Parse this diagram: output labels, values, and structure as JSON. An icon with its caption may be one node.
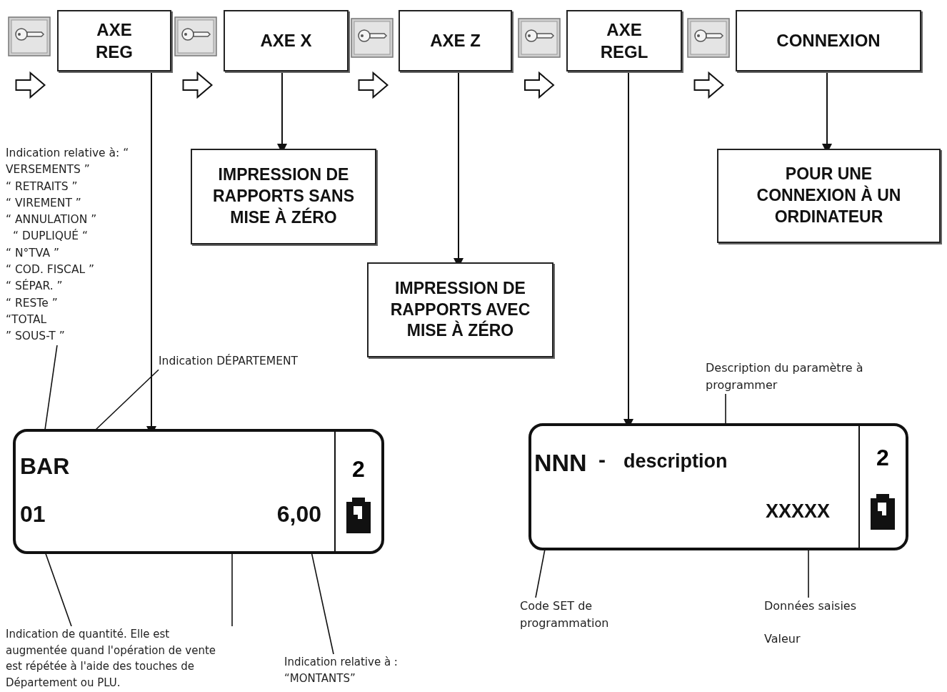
{
  "diagram": {
    "nodes": [
      {
        "text": [
          "AXE REG"
        ]
      },
      {
        "text": [
          "AXE X"
        ]
      },
      {
        "text": [
          "AXE Z"
        ]
      },
      {
        "text": [
          "AXE REGL"
        ]
      },
      {
        "text": [
          "CONNEXION"
        ]
      },
      {
        "text": [
          "IMPRESSION DE RAPPORTS SANS MISE À ZÉRO"
        ]
      },
      {
        "text": [
          "IMPRESSION DE RAPPORTS AVEC MISE À ZÉRO"
        ]
      },
      {
        "text": [
          "POUR UNE CONNEXION À UN ORDINATEUR"
        ]
      },
      {
        "text": [
          "2"
        ]
      },
      {
        "text": [
          "BAR"
        ],
        "in": 8
      },
      {
        "text": [
          "01"
        ],
        "in": 8
      },
      {
        "text": [
          "6,00"
        ],
        "in": 8
      },
      {
        "text": [
          "Indication relative à: “ VERSEMENTS ”",
          "“ RETRAITS ”",
          "“ VIREMENT ”",
          "“ ANNULATION ”",
          "“ DUPLIQUÉ “",
          "“ N°TVA ”",
          "“ COD. FISCAL ”",
          "“ SÉPAR. ”",
          "“ RESTe ”",
          "“TOTAL",
          "” SOUS-T ”"
        ]
      },
      {
        "text": [
          "Indication DÉPARTEMENT"
        ]
      },
      {
        "text": [
          "Indication de quantité. Elle est augmentée quand l'opération de vente est répétée à l'aide des touches de Département ou PLU."
        ]
      },
      {
        "text": [
          "Indication relative à : “MONTANTS”"
        ]
      },
      {
        "text": [
          "2"
        ]
      },
      {
        "text": [
          "NNN"
        ],
        "in": 16
      },
      {
        "text": [
          "description"
        ],
        "in": 16
      },
      {
        "text": [
          "XXXXX"
        ],
        "in": 16
      },
      {
        "text": [
          "Description du paramètre à programmer"
        ]
      },
      {
        "text": [
          "Code SET de programmation"
        ]
      },
      {
        "text": [
          "Données saisies",
          "Valeur"
        ]
      }
    ],
    "edges": [
      {
        "from": 0,
        "to": 8,
        "arrow": "to"
      },
      {
        "from": 1,
        "to": 5,
        "arrow": "to"
      },
      {
        "from": 2,
        "to": 6,
        "arrow": "to"
      },
      {
        "from": 3,
        "to": 16,
        "arrow": "to"
      },
      {
        "from": 4,
        "to": 7,
        "arrow": "to"
      },
      {
        "from": null,
        "to": 0,
        "arrow": "to",
        "style": "thick"
      },
      {
        "from": 0,
        "to": 1,
        "arrow": "to",
        "style": "thick"
      },
      {
        "from": 1,
        "to": 2,
        "arrow": "to",
        "style": "thick"
      },
      {
        "from": 2,
        "to": 3,
        "arrow": "to",
        "style": "thick"
      },
      {
        "from": 3,
        "to": 4,
        "arrow": "to",
        "style": "thick"
      },
      {
        "from": 12,
        "to": 9,
        "arrow": "none"
      },
      {
        "from": 13,
        "to": 9,
        "arrow": "none"
      },
      {
        "from": 14,
        "to": 10,
        "arrow": "none"
      },
      {
        "from": 14,
        "to": 8,
        "arrow": "none"
      },
      {
        "from": 15,
        "to": 11,
        "arrow": "none"
      },
      {
        "from": 20,
        "to": 18,
        "arrow": "none"
      },
      {
        "from": 21,
        "to": 17,
        "arrow": "none"
      },
      {
        "from": 22,
        "to": 19,
        "arrow": "none"
      }
    ],
    "labels": [
      "-"
    ]
  }
}
